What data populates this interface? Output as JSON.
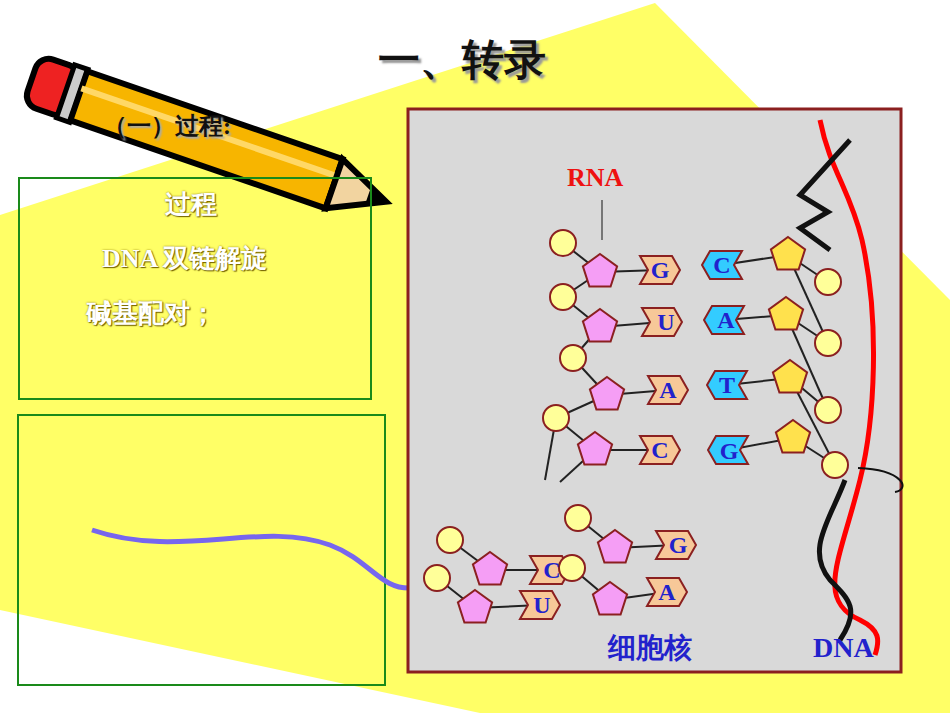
{
  "diagram": {
    "title": "一、转录",
    "nodes": [
      {
        "text": [
          "过程",
          "DNA 双链解旋",
          "碱基配对；"
        ]
      }
    ],
    "labels": [
      "（一）过程:",
      "RNA",
      "G",
      "U",
      "A",
      "C",
      "C",
      "A",
      "T",
      "G",
      "C",
      "U",
      "G",
      "A",
      "细胞核",
      "DNA"
    ]
  }
}
